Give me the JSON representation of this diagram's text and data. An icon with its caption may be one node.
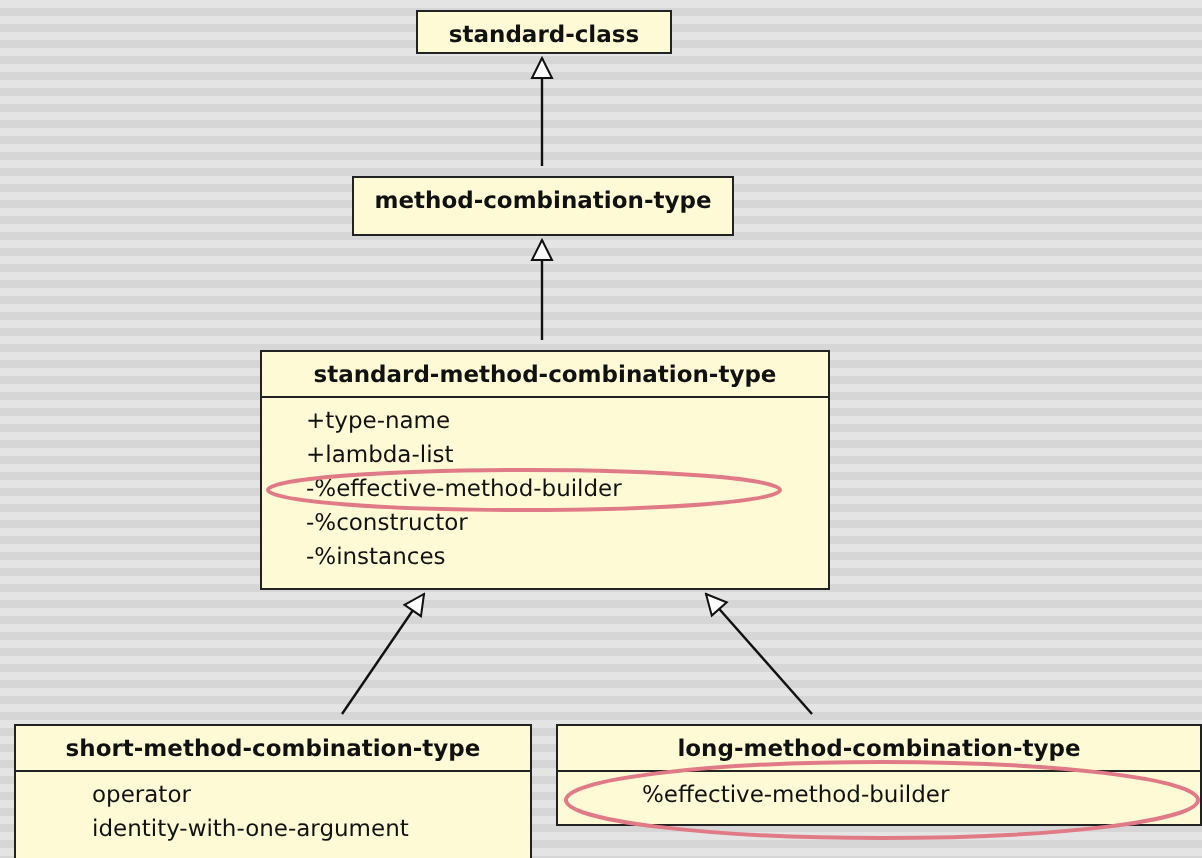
{
  "diagram": {
    "nodes": [
      {
        "text": [
          "standard-class"
        ]
      },
      {
        "text": [
          "method-combination-type"
        ]
      },
      {
        "text": [
          "standard-method-combination-type",
          "+type-name",
          "+lambda-list",
          "-%effective-method-builder",
          "-%constructor",
          "-%instances"
        ]
      },
      {
        "text": [
          "short-method-combination-type",
          "operator",
          "identity-with-one-argument"
        ]
      },
      {
        "text": [
          "long-method-combination-type",
          "%effective-method-builder"
        ]
      }
    ],
    "edges": [
      {
        "from": 1,
        "to": 0,
        "arrow": "to"
      },
      {
        "from": 2,
        "to": 1,
        "arrow": "to"
      },
      {
        "from": 3,
        "to": 2,
        "arrow": "to"
      },
      {
        "from": 4,
        "to": 2,
        "arrow": "to"
      }
    ]
  }
}
